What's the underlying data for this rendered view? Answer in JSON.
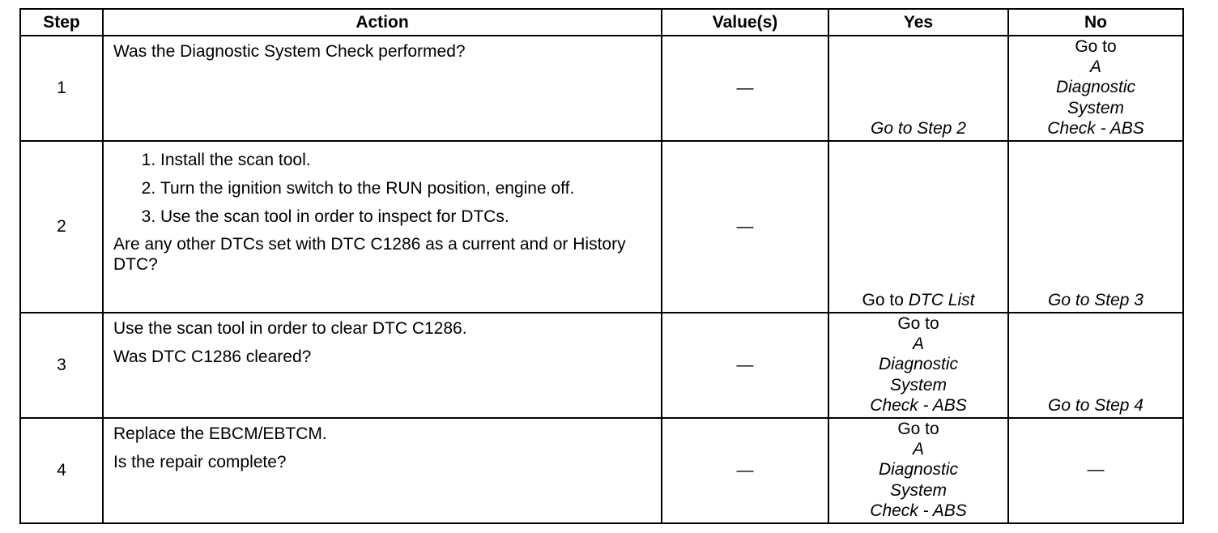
{
  "header": {
    "step": "Step",
    "action": "Action",
    "values": "Value(s)",
    "yes": "Yes",
    "no": "No"
  },
  "rows": [
    {
      "step": "1",
      "action_text": "Was the Diagnostic System Check performed?",
      "value": "—",
      "yes": "Go to Step 2",
      "no_prefix": "Go to",
      "no_link": [
        "A",
        "Diagnostic",
        "System",
        "Check - ABS"
      ]
    },
    {
      "step": "2",
      "list": [
        "Install the scan tool.",
        "Turn the ignition switch to the RUN position, engine off.",
        "Use the scan tool in order to inspect for DTCs."
      ],
      "question": "Are any other DTCs set with DTC C1286 as a current and or History DTC?",
      "value": "—",
      "yes_prefix": "Go to",
      "yes_link": "DTC List",
      "no": "Go to Step 3"
    },
    {
      "step": "3",
      "action_text": "Use the scan tool in order to clear DTC C1286.",
      "question": "Was DTC C1286 cleared?",
      "value": "—",
      "yes_prefix": "Go to",
      "yes_link": [
        "A",
        "Diagnostic",
        "System",
        "Check - ABS"
      ],
      "no": "Go to Step 4"
    },
    {
      "step": "4",
      "action_text": "Replace the EBCM/EBTCM.",
      "question": "Is the repair complete?",
      "value": "—",
      "yes_prefix": "Go to",
      "yes_link": [
        "A",
        "Diagnostic",
        "System",
        "Check - ABS"
      ],
      "no": "—"
    }
  ]
}
